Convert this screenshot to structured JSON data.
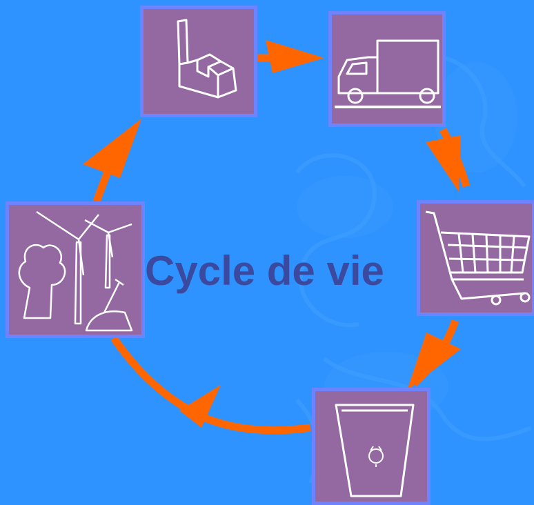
{
  "title": "Cycle de vie",
  "colors": {
    "background": "#2f93ff",
    "tile_fill": "#9468a0",
    "tile_border": "#6d83ff",
    "arrow": "#ff6600",
    "title_text": "#3b4a9e",
    "icon_stroke": "#ffffff"
  },
  "stages": [
    {
      "name": "factory",
      "icon": "factory-icon"
    },
    {
      "name": "transport",
      "icon": "delivery-truck-icon"
    },
    {
      "name": "shopping",
      "icon": "shopping-cart-icon"
    },
    {
      "name": "waste",
      "icon": "recycle-bin-icon"
    },
    {
      "name": "nature-resources",
      "icon": "wind-turbines-tree-icon"
    }
  ]
}
